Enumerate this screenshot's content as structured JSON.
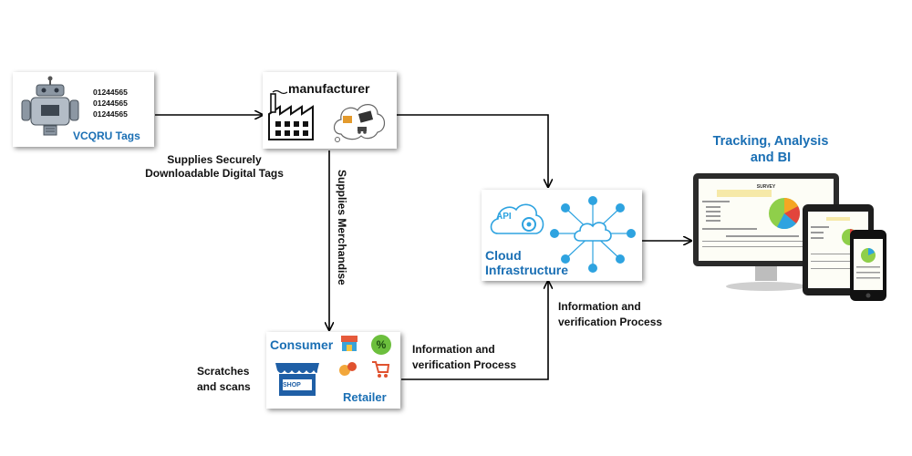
{
  "vcqru": {
    "label": "VCQRU Tags",
    "codes": [
      "01244565",
      "01244565",
      "01244565"
    ]
  },
  "manufacturer": {
    "label": "manufacturer"
  },
  "supplies_securely": [
    "Supplies Securely",
    "Downloadable Digital Tags"
  ],
  "supplies_merchandise": "Supplies Merchandise",
  "cloud": {
    "api": "API",
    "label": [
      "Cloud",
      "Infrastructure"
    ]
  },
  "info_verification_right": [
    "Information and",
    "verification Process"
  ],
  "info_verification_bottom": [
    "Information and",
    "verification Process"
  ],
  "consumer": {
    "label": "Consumer",
    "shop": "SHOP",
    "retailer": "Retailer"
  },
  "scratches": [
    "Scratches",
    "and scans"
  ],
  "tracking": {
    "title": [
      "Tracking, Analysis",
      "and BI"
    ]
  },
  "devices": {
    "screen_title": "SURVEY"
  },
  "colors": {
    "accent_blue": "#1a6fb4",
    "arrow": "#000000",
    "cloud_blue": "#2ea3e0"
  }
}
